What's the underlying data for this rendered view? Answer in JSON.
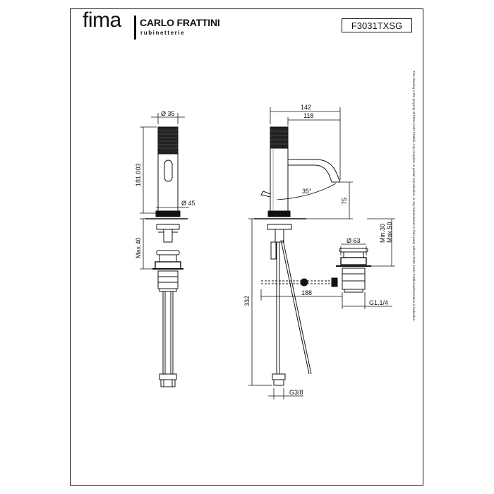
{
  "header": {
    "brand_fima": "fima",
    "brand_carlo_frattini": "CARLO FRATTINI",
    "brand_rubinetterie": "rubinetterie",
    "product_code": "F3031TXSG"
  },
  "legal_note": "This drawing is the property of FIMA Carlo Frattini. Any complete or partial reproduction, or any transmission to third party without FIMA Carlo Frattini authorization is forbidden.",
  "front_view": {
    "dim_diameter_top": "Ø 35",
    "dim_height": "181.003",
    "dim_diameter_base": "Ø 45",
    "dim_max": "Max.40"
  },
  "side_view": {
    "dim_total_reach": "142",
    "dim_spout_reach": "118",
    "dim_angle": "35°",
    "dim_spout_height": "75",
    "dim_deck_min": "Min.30",
    "dim_deck_max": "Max.50",
    "dim_drain_diameter": "Ø 63",
    "dim_rod_length": "188",
    "dim_drain_thread": "G1.1/4",
    "dim_total_height": "332",
    "dim_hose_thread": "G3/8"
  }
}
